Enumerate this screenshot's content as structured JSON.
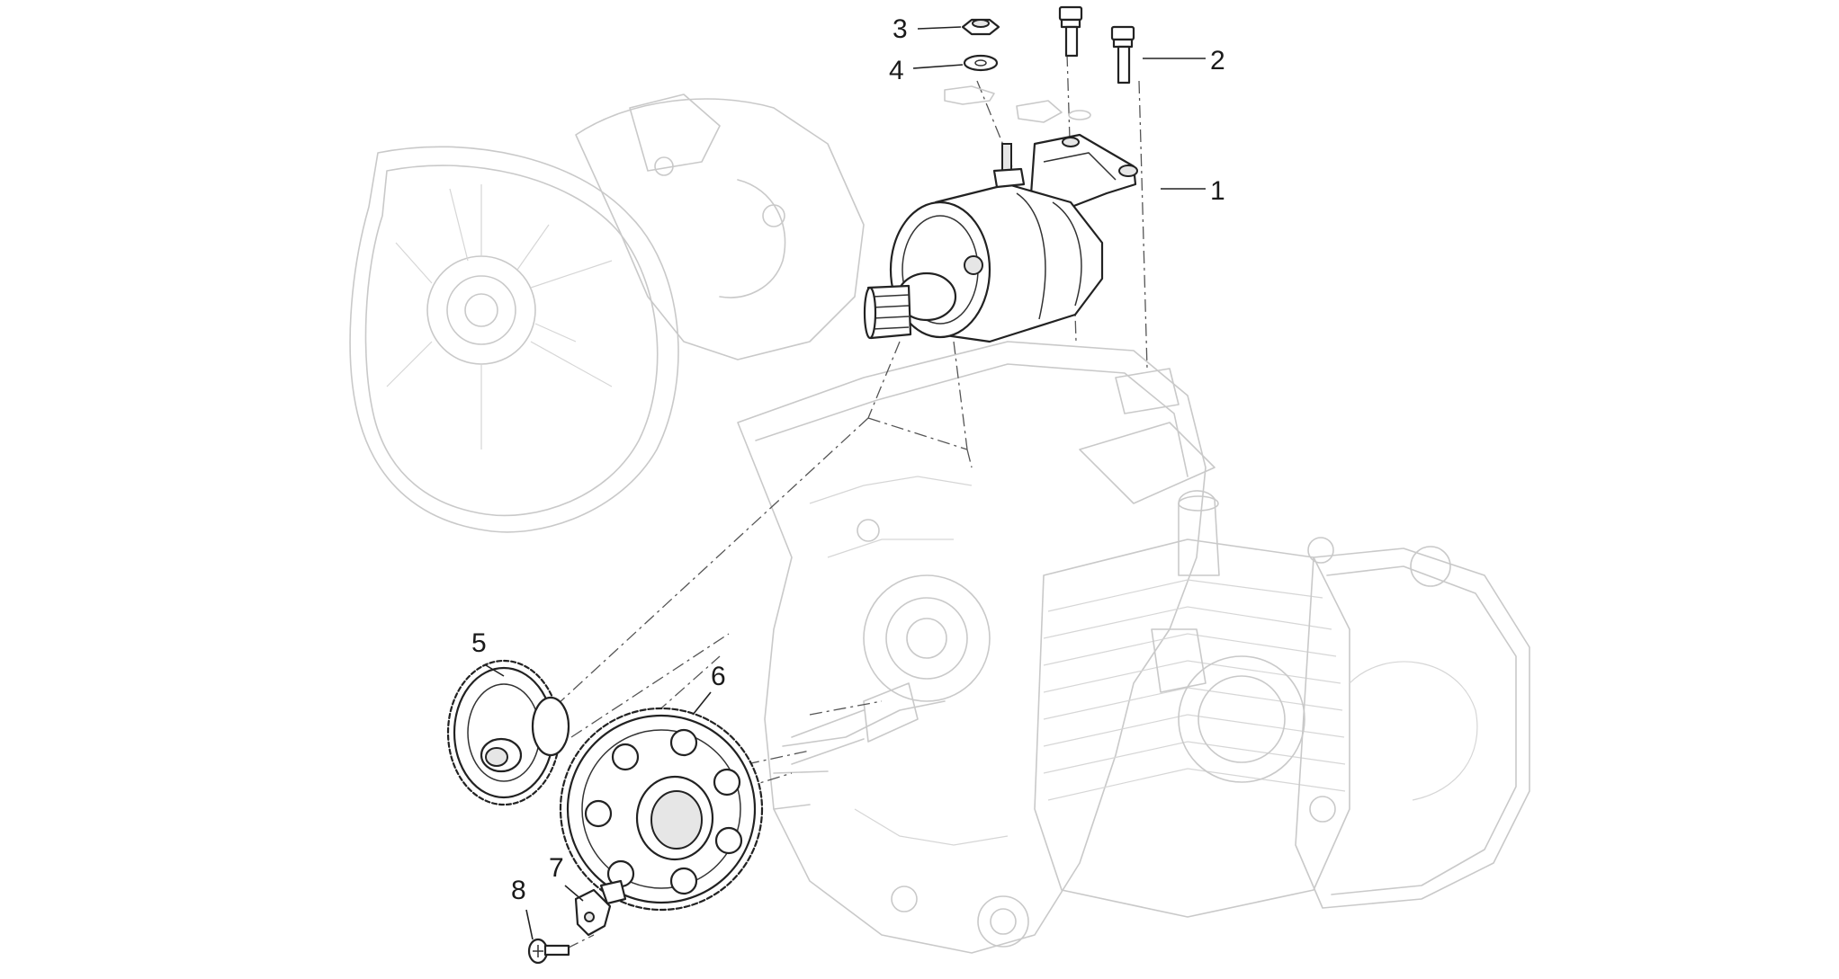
{
  "callouts": [
    {
      "id": "1",
      "label": "1"
    },
    {
      "id": "2",
      "label": "2"
    },
    {
      "id": "3",
      "label": "3"
    },
    {
      "id": "4",
      "label": "4"
    },
    {
      "id": "5",
      "label": "5"
    },
    {
      "id": "6",
      "label": "6"
    },
    {
      "id": "7",
      "label": "7"
    },
    {
      "id": "8",
      "label": "8"
    }
  ],
  "colors": {
    "line": "#222222",
    "ghost": "#c9c9c9",
    "background": "#ffffff"
  }
}
